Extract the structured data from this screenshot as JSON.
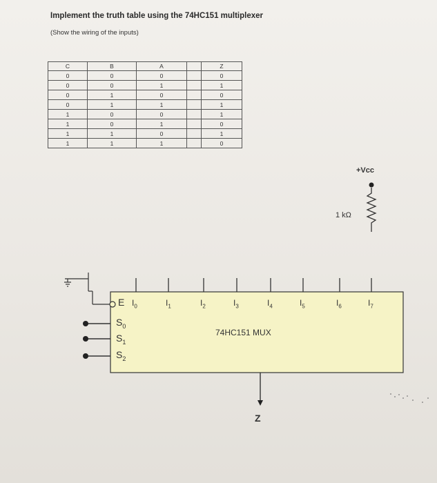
{
  "document": {
    "title": "Implement the truth table using the 74HC151 multiplexer",
    "subtitle": "(Show the wiring of the inputs)"
  },
  "truth_table": {
    "headers": [
      "C",
      "B",
      "A",
      "Z"
    ],
    "rows": [
      [
        "0",
        "0",
        "0",
        "0"
      ],
      [
        "0",
        "0",
        "1",
        "1"
      ],
      [
        "0",
        "1",
        "0",
        "0"
      ],
      [
        "0",
        "1",
        "1",
        "1"
      ],
      [
        "1",
        "0",
        "0",
        "1"
      ],
      [
        "1",
        "0",
        "1",
        "0"
      ],
      [
        "1",
        "1",
        "0",
        "1"
      ],
      [
        "1",
        "1",
        "1",
        "0"
      ]
    ]
  },
  "circuit": {
    "vcc_label": "+Vcc",
    "resistor_label": "1 kΩ",
    "chip_label": "74HC151 MUX",
    "enable_label": "E",
    "output_label": "Z",
    "data_inputs": [
      {
        "main": "I",
        "sub": "0"
      },
      {
        "main": "I",
        "sub": "1"
      },
      {
        "main": "I",
        "sub": "2"
      },
      {
        "main": "I",
        "sub": "3"
      },
      {
        "main": "I",
        "sub": "4"
      },
      {
        "main": "I",
        "sub": "5"
      },
      {
        "main": "I",
        "sub": "6"
      },
      {
        "main": "I",
        "sub": "7"
      }
    ],
    "select_inputs": [
      {
        "main": "S",
        "sub": "0"
      },
      {
        "main": "S",
        "sub": "1"
      },
      {
        "main": "S",
        "sub": "2"
      }
    ]
  },
  "colors": {
    "chip_fill": "#f6f3c6",
    "ink": "#333333"
  }
}
